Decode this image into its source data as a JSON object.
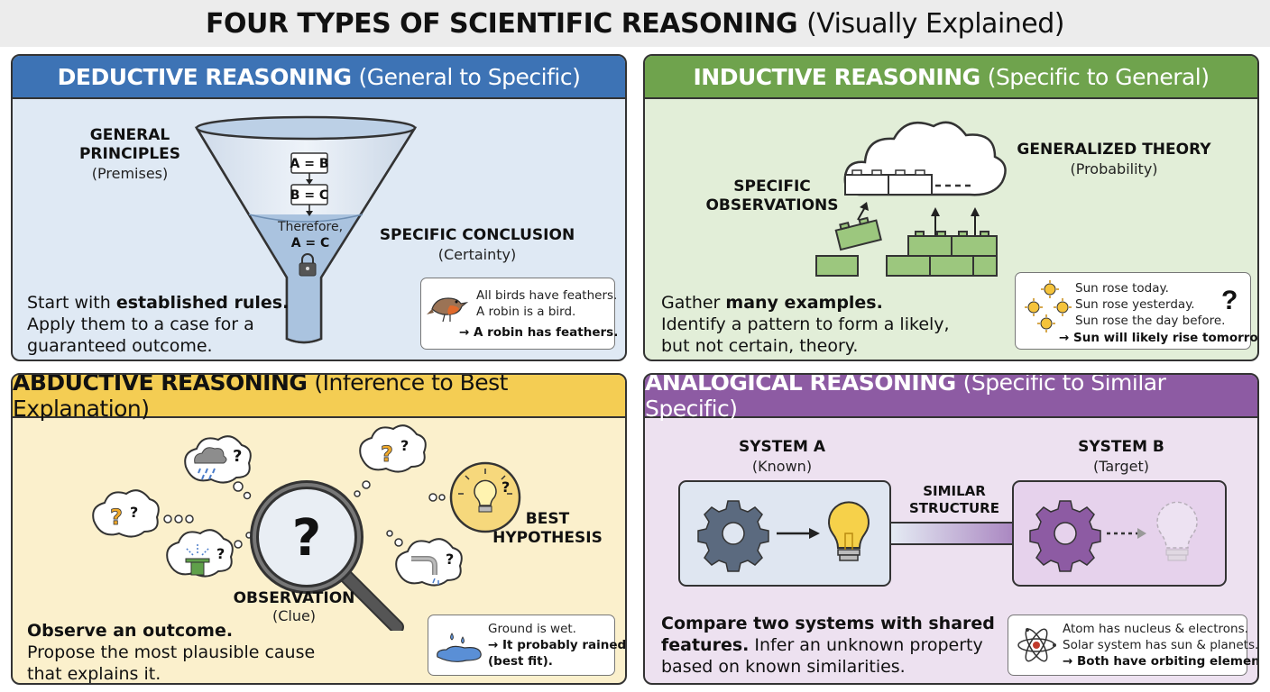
{
  "title": {
    "main": "FOUR TYPES OF SCIENTIFIC REASONING",
    "sub": "(Visually Explained)"
  },
  "deductive": {
    "header": "DEDUCTIVE REASONING",
    "header_sub": "(General to Specific)",
    "label_general_1": "GENERAL",
    "label_general_2": "PRINCIPLES",
    "label_general_sub": "(Premises)",
    "premise_1": "A = B",
    "premise_2": "B = C",
    "therefore": "Therefore,",
    "conclusion": "A = C",
    "label_specific": "SPECIFIC CONCLUSION",
    "label_specific_sub": "(Certainty)",
    "desc_bold": "established rules.",
    "desc_pre": "Start with ",
    "desc_2": "Apply them to a case for a",
    "desc_3": "guaranteed outcome.",
    "example": [
      "All birds have feathers.",
      "A robin is a bird."
    ],
    "example_result": "→ A robin has feathers.",
    "colors": {
      "header": "#3d73b5",
      "background": "#dfe9f4"
    }
  },
  "inductive": {
    "header": "INDUCTIVE REASONING",
    "header_sub": "(Specific to General)",
    "label_obs_1": "SPECIFIC",
    "label_obs_2": "OBSERVATIONS",
    "label_theory": "GENERALIZED THEORY",
    "label_theory_sub": "(Probability)",
    "desc_pre": "Gather ",
    "desc_bold": "many examples.",
    "desc_2": "Identify a pattern to form a likely,",
    "desc_3": "but not certain, theory.",
    "example": [
      "Sun rose today.",
      "Sun rose yesterday.",
      "Sun rose the day before."
    ],
    "example_result": "→ Sun will likely rise tomorrow.",
    "example_mark": "?",
    "colors": {
      "header": "#6fa34d",
      "background": "#e2eed8"
    }
  },
  "abductive": {
    "header": "ABDUCTIVE REASONING",
    "header_sub": "(Inference to Best Explanation)",
    "center_mark": "?",
    "thought_mark": "?",
    "label_obs": "OBSERVATION",
    "label_obs_sub": "(Clue)",
    "label_best_1": "BEST",
    "label_best_2": "HYPOTHESIS",
    "desc_bold": "Observe an outcome.",
    "desc_2": "Propose the most plausible cause",
    "desc_3": "that explains it.",
    "example": [
      "Ground is wet."
    ],
    "example_result_1": "→ It probably rained",
    "example_result_2": "(best fit).",
    "colors": {
      "header": "#f4cd53",
      "background": "#fbf0cc"
    }
  },
  "analogical": {
    "header": "ANALOGICAL REASONING",
    "header_sub": "(Specific to Similar Specific)",
    "system_a": "SYSTEM A",
    "system_a_sub": "(Known)",
    "system_b": "SYSTEM B",
    "system_b_sub": "(Target)",
    "arrow_label_1": "SIMILAR",
    "arrow_label_2": "STRUCTURE",
    "desc_bold_1": "Compare two systems with shared",
    "desc_bold_2": "features.",
    "desc_2": " Infer an unknown property",
    "desc_3": "based on known similarities.",
    "example": [
      "Atom has nucleus & electrons.",
      "Solar system has sun & planets."
    ],
    "example_result": "→ Both have orbiting elements.",
    "colors": {
      "header": "#8d5ba3",
      "background": "#ede1f0"
    }
  }
}
